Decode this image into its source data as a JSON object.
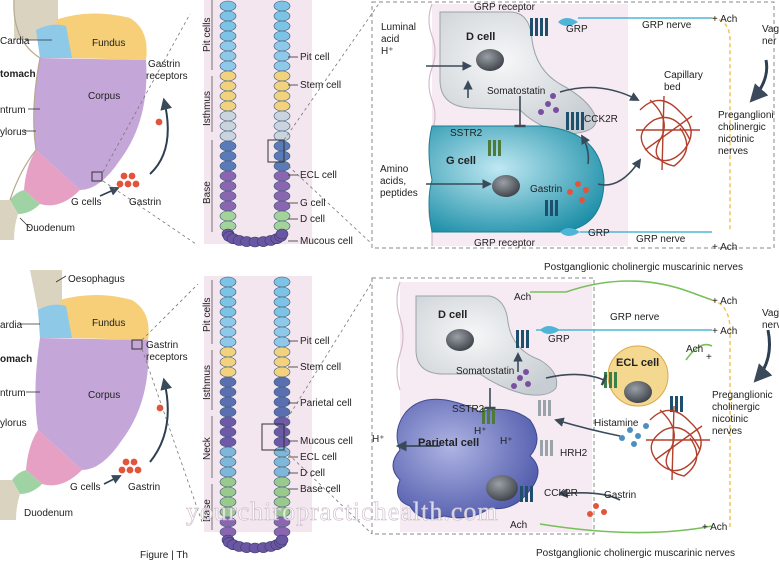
{
  "top_panel": {
    "stomach": {
      "cardia": "Cardia",
      "fundus": "Fundus",
      "stomach": "tomach",
      "antrum": "ntrum",
      "pylorus": "ylorus",
      "corpus": "Corpus",
      "duodenum": "Duodenum",
      "g_cells": "G cells",
      "gastrin": "Gastrin",
      "gastrin_receptors_1": "Gastrin",
      "gastrin_receptors_2": "receptors"
    },
    "gland": {
      "zone_pit": "Pit cells",
      "zone_isthmus": "Isthmus",
      "zone_base": "Base",
      "labels": [
        "Pit cell",
        "Stem cell",
        "ECL cell",
        "G cell",
        "D cell",
        "Mucous cell"
      ]
    },
    "mechanism": {
      "luminal_1": "Luminal",
      "luminal_2": "acid",
      "luminal_3": "H⁺",
      "grp_receptor_top": "GRP receptor",
      "grp_top": "GRP",
      "grp_nerve_top": "GRP nerve",
      "ach_top": "+ Ach",
      "vagal": "Vag",
      "nerves": "ner",
      "d_cell": "D cell",
      "somatostatin": "Somatostatin",
      "ssTR2": "SSTR2",
      "cck2r": "CCK2R",
      "capillary_1": "Capillary",
      "capillary_2": "bed",
      "g_cell": "G cell",
      "amino_1": "Amino",
      "amino_2": "acids,",
      "amino_3": "peptides",
      "gastrin": "Gastrin",
      "grp_bottom": "GRP",
      "grp_receptor_bottom": "GRP receptor",
      "grp_nerve_bottom": "GRP nerve",
      "ach_bottom": "+ Ach",
      "pregang_1": "Preganglioni",
      "pregang_2": "cholinergic",
      "pregang_3": "nicotinic",
      "pregang_4": "nerves"
    }
  },
  "bottom_panel": {
    "stomach": {
      "oesophagus": "Oesophagus",
      "cardia": "ardia",
      "fundus": "Fundus",
      "stomach": "omach",
      "antrum": "ntrum",
      "pylorus": "ylorus",
      "corpus": "Corpus",
      "duodenum": "Duodenum",
      "g_cells": "G cells",
      "gastrin": "Gastrin",
      "gastrin_receptors_1": "Gastrin",
      "gastrin_receptors_2": "receptors"
    },
    "gland": {
      "zone_pit": "Pit cells",
      "zone_isthmus": "Isthmus",
      "zone_neck": "Neck",
      "zone_base": "Base",
      "labels": [
        "Pit cell",
        "Stem cell",
        "Parietal cell",
        "Mucous cell",
        "ECL cell",
        "D cell",
        "Base cell"
      ]
    },
    "mechanism": {
      "postgang_top": "Postganglionic cholinergic muscarinic nerves",
      "ach_1": "Ach",
      "ach_2": "+ Ach",
      "ach_3": "+ Ach",
      "ach_ecl": "Ach",
      "vagal": "Vag",
      "nerves": "nerv",
      "d_cell": "D cell",
      "grp": "GRP",
      "grp_nerve": "GRP nerve",
      "somatostatin": "Somatostatin",
      "ecl_cell": "ECL cell",
      "ssTR2": "SSTR2",
      "h_plus_1": "H⁺",
      "h_plus_2": "H⁺",
      "h_plus_out": "H⁺",
      "parietal": "Parietal cell",
      "hrh2": "HRH2",
      "histamine": "Histamine",
      "cck2r": "CCK2R",
      "gastrin": "Gastrin",
      "ach_bottom_l": "Ach",
      "ach_bottom_r": "+ Ach",
      "pregang_1": "Preganglionic",
      "pregang_2": "cholinergic",
      "pregang_3": "nicotinic",
      "pregang_4": "nerves",
      "postgang_bottom": "Postganglionic cholinergic muscarinic nerves",
      "ach_plus": "+"
    }
  },
  "footer": {
    "figure_caption": "Figure | Th"
  },
  "watermark": "yourchiropractichealth.com",
  "colors": {
    "fundus": "#f6cf78",
    "corpus": "#c4a6d8",
    "antrum": "#e6a0c4",
    "pylorus": "#9fd3a4",
    "cardia": "#8ec9e8",
    "oesophagus": "#d9d3c0",
    "d_cell": "#dfe3e6",
    "g_cell": "#1d9ab4",
    "parietal": "#5a64b4",
    "ecl_cell": "#f5d890",
    "capillary": "#b2402c",
    "nerve_blue": "#4fb5d8",
    "nerve_green": "#78bf5a",
    "nerve_yellow": "#f1c050",
    "lumen": "#f3e6ef",
    "receptor": "#1e4f6c"
  }
}
